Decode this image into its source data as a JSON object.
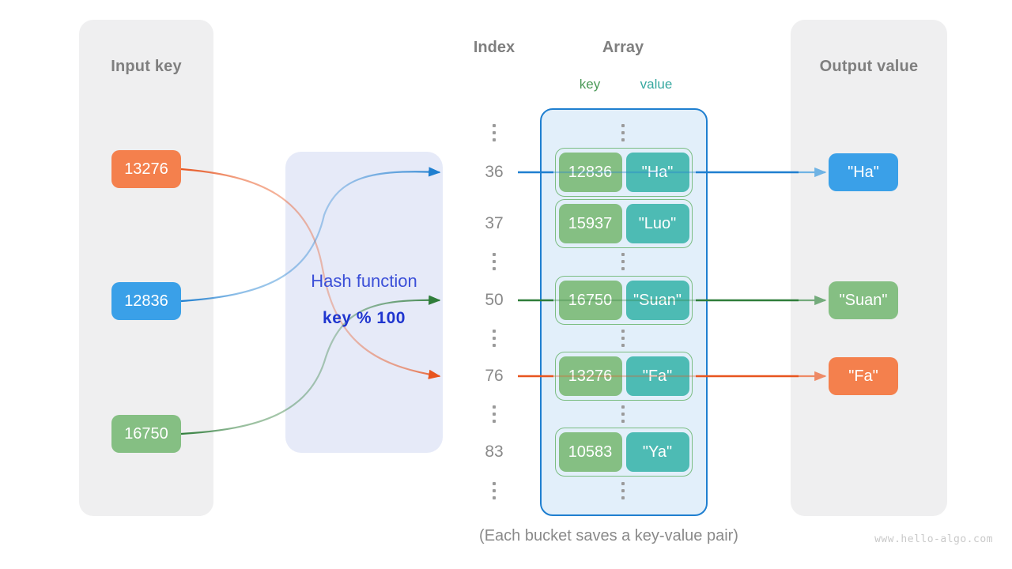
{
  "panels": {
    "input_title": "Input key",
    "output_title": "Output value"
  },
  "hash": {
    "label": "Hash function",
    "formula": "key % 100"
  },
  "headers": {
    "index": "Index",
    "array": "Array",
    "key": "key",
    "value": "value"
  },
  "input_keys": [
    {
      "text": "13276",
      "color": "#f4804d"
    },
    {
      "text": "12836",
      "color": "#3aa0e8"
    },
    {
      "text": "16750",
      "color": "#85bf83"
    }
  ],
  "output_values": [
    {
      "text": "\"Ha\"",
      "color": "#3aa0e8"
    },
    {
      "text": "\"Suan\"",
      "color": "#85bf83"
    },
    {
      "text": "\"Fa\"",
      "color": "#f4804d"
    }
  ],
  "index_labels": [
    "36",
    "37",
    "50",
    "76",
    "83"
  ],
  "buckets": [
    {
      "index": "36",
      "key": "12836",
      "value": "\"Ha\""
    },
    {
      "index": "37",
      "key": "15937",
      "value": "\"Luo\""
    },
    {
      "index": "50",
      "key": "16750",
      "value": "\"Suan\""
    },
    {
      "index": "76",
      "key": "13276",
      "value": "\"Fa\""
    },
    {
      "index": "83",
      "key": "10583",
      "value": "\"Ya\""
    }
  ],
  "caption": "(Each bucket saves a key-value pair)",
  "watermark": "www.hello-algo.com",
  "colors": {
    "orange": "#e8551f",
    "blue": "#1f7fd0",
    "green": "#2f7d3a",
    "key_box": "#85bf83",
    "value_box": "#4dbbb4",
    "array_fill": "#e2effa",
    "panel_fill": "#efeff0",
    "hash_fill": "#e6eaf8",
    "hash_text": "#3b4fd8"
  }
}
